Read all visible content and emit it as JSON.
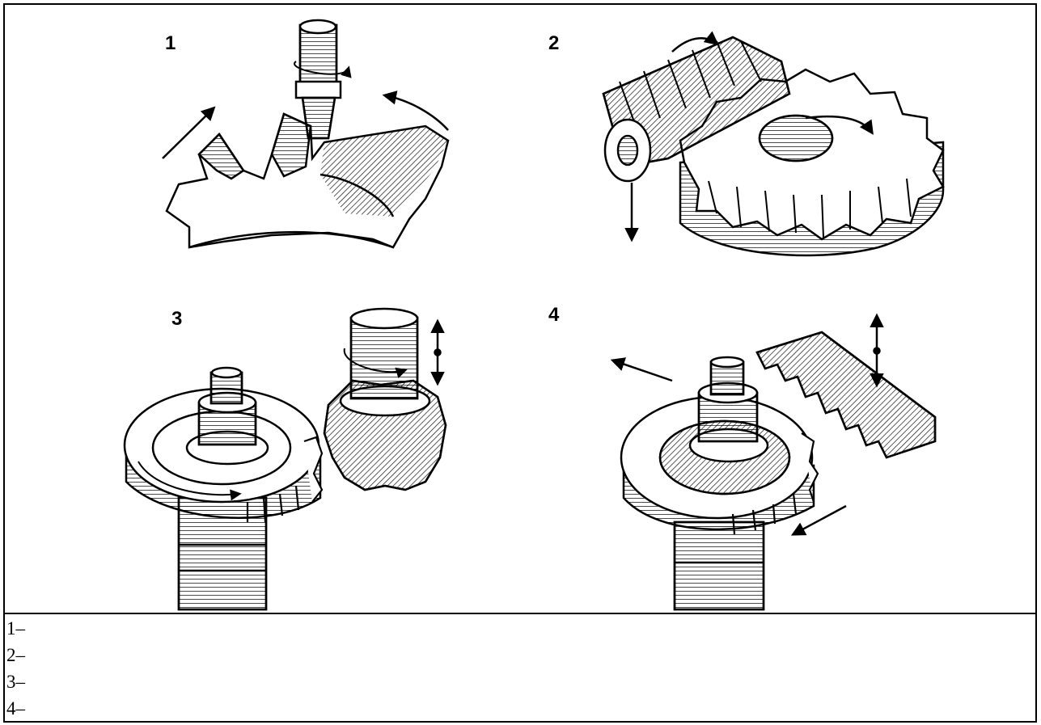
{
  "figure": {
    "panels": [
      {
        "number": "1"
      },
      {
        "number": "2"
      },
      {
        "number": "3"
      },
      {
        "number": "4"
      }
    ]
  },
  "captions": [
    "1–",
    "2–",
    "3–",
    "4–"
  ],
  "colors": {
    "ink": "#000000",
    "paper": "#ffffff"
  }
}
